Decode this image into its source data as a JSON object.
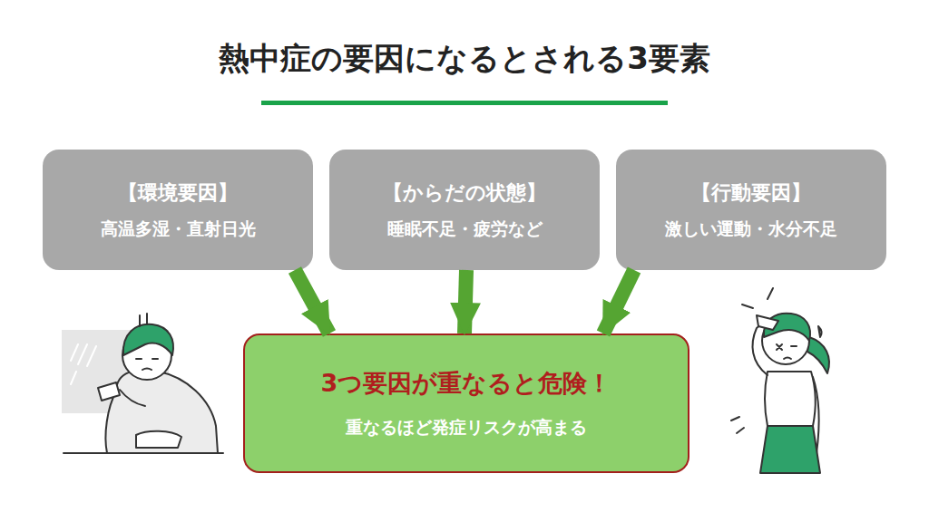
{
  "diagram": {
    "title": "熱中症の要因になるとされる3要素",
    "nodes": [
      {
        "text": [
          "【環境要因】",
          "高温多湿・直射日光"
        ]
      },
      {
        "text": [
          "【からだの状態】",
          "睡眠不足・疲労など"
        ]
      },
      {
        "text": [
          "【行動要因】",
          "激しい運動・水分不足"
        ]
      },
      {
        "text": [
          "3つ要因が重なると危険！",
          "重なるほど発症リスクが高まる"
        ]
      }
    ],
    "edges": [
      {
        "from": 0,
        "to": 3,
        "arrow": "to"
      },
      {
        "from": 1,
        "to": 3,
        "arrow": "to"
      },
      {
        "from": 2,
        "to": 3,
        "arrow": "to"
      }
    ]
  }
}
